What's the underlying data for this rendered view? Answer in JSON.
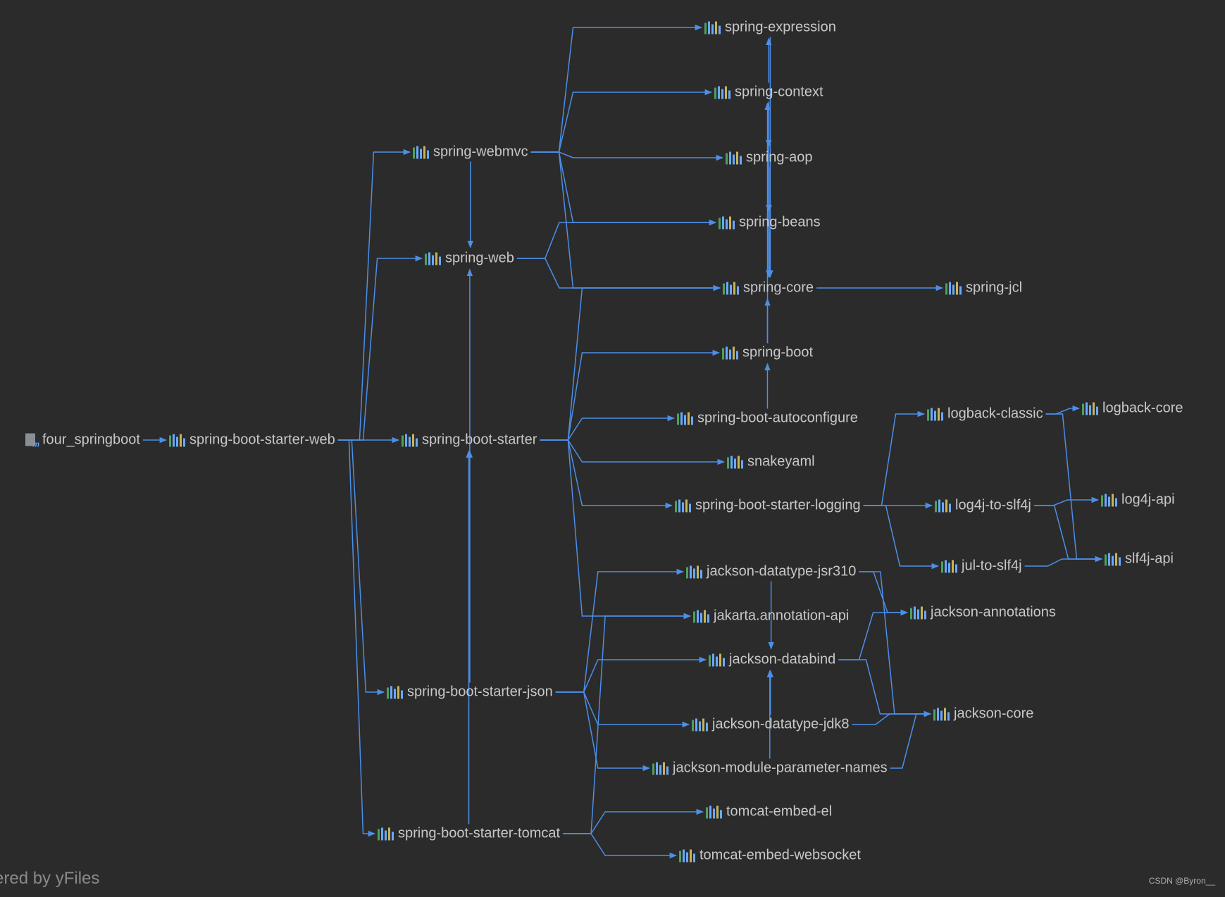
{
  "diagram": {
    "root": "four_springboot",
    "nodes": [
      {
        "id": "four_springboot",
        "label": "four_springboot",
        "kind": "module"
      },
      {
        "id": "starter-web",
        "label": "spring-boot-starter-web",
        "kind": "library"
      },
      {
        "id": "webmvc",
        "label": "spring-webmvc",
        "kind": "library"
      },
      {
        "id": "web",
        "label": "spring-web",
        "kind": "library"
      },
      {
        "id": "starter",
        "label": "spring-boot-starter",
        "kind": "library"
      },
      {
        "id": "starter-json",
        "label": "spring-boot-starter-json",
        "kind": "library"
      },
      {
        "id": "starter-tomcat",
        "label": "spring-boot-starter-tomcat",
        "kind": "library"
      },
      {
        "id": "expression",
        "label": "spring-expression",
        "kind": "library"
      },
      {
        "id": "context",
        "label": "spring-context",
        "kind": "library"
      },
      {
        "id": "aop",
        "label": "spring-aop",
        "kind": "library"
      },
      {
        "id": "beans",
        "label": "spring-beans",
        "kind": "library"
      },
      {
        "id": "core",
        "label": "spring-core",
        "kind": "library"
      },
      {
        "id": "jcl",
        "label": "spring-jcl",
        "kind": "library"
      },
      {
        "id": "boot",
        "label": "spring-boot",
        "kind": "library"
      },
      {
        "id": "autoconfigure",
        "label": "spring-boot-autoconfigure",
        "kind": "library"
      },
      {
        "id": "snakeyaml",
        "label": "snakeyaml",
        "kind": "library"
      },
      {
        "id": "starter-logging",
        "label": "spring-boot-starter-logging",
        "kind": "library"
      },
      {
        "id": "logback-classic",
        "label": "logback-classic",
        "kind": "library"
      },
      {
        "id": "logback-core",
        "label": "logback-core",
        "kind": "library"
      },
      {
        "id": "log4j-to-slf4j",
        "label": "log4j-to-slf4j",
        "kind": "library"
      },
      {
        "id": "log4j-api",
        "label": "log4j-api",
        "kind": "library"
      },
      {
        "id": "jul-to-slf4j",
        "label": "jul-to-slf4j",
        "kind": "library"
      },
      {
        "id": "slf4j-api",
        "label": "slf4j-api",
        "kind": "library"
      },
      {
        "id": "jsr310",
        "label": "jackson-datatype-jsr310",
        "kind": "library"
      },
      {
        "id": "jakarta-annotation",
        "label": "jakarta.annotation-api",
        "kind": "library"
      },
      {
        "id": "jackson-annotations",
        "label": "jackson-annotations",
        "kind": "library"
      },
      {
        "id": "databind",
        "label": "jackson-databind",
        "kind": "library"
      },
      {
        "id": "jackson-core",
        "label": "jackson-core",
        "kind": "library"
      },
      {
        "id": "jdk8",
        "label": "jackson-datatype-jdk8",
        "kind": "library"
      },
      {
        "id": "param-names",
        "label": "jackson-module-parameter-names",
        "kind": "library"
      },
      {
        "id": "tomcat-el",
        "label": "tomcat-embed-el",
        "kind": "library"
      },
      {
        "id": "tomcat-websocket",
        "label": "tomcat-embed-websocket",
        "kind": "library"
      }
    ],
    "edges": [
      [
        "four_springboot",
        "starter-web"
      ],
      [
        "starter-web",
        "webmvc"
      ],
      [
        "starter-web",
        "web"
      ],
      [
        "starter-web",
        "starter"
      ],
      [
        "starter-web",
        "starter-json"
      ],
      [
        "starter-web",
        "starter-tomcat"
      ],
      [
        "webmvc",
        "expression"
      ],
      [
        "webmvc",
        "context"
      ],
      [
        "webmvc",
        "aop"
      ],
      [
        "webmvc",
        "beans"
      ],
      [
        "webmvc",
        "core"
      ],
      [
        "webmvc",
        "web"
      ],
      [
        "web",
        "beans"
      ],
      [
        "web",
        "core"
      ],
      [
        "context",
        "expression"
      ],
      [
        "context",
        "aop"
      ],
      [
        "context",
        "beans"
      ],
      [
        "context",
        "core"
      ],
      [
        "aop",
        "beans"
      ],
      [
        "aop",
        "core"
      ],
      [
        "beans",
        "core"
      ],
      [
        "expression",
        "core"
      ],
      [
        "core",
        "jcl"
      ],
      [
        "boot",
        "context"
      ],
      [
        "boot",
        "core"
      ],
      [
        "starter",
        "boot"
      ],
      [
        "starter",
        "autoconfigure"
      ],
      [
        "starter",
        "core"
      ],
      [
        "starter",
        "snakeyaml"
      ],
      [
        "starter",
        "starter-logging"
      ],
      [
        "starter",
        "jakarta-annotation"
      ],
      [
        "autoconfigure",
        "boot"
      ],
      [
        "starter-logging",
        "logback-classic"
      ],
      [
        "starter-logging",
        "log4j-to-slf4j"
      ],
      [
        "starter-logging",
        "jul-to-slf4j"
      ],
      [
        "logback-classic",
        "logback-core"
      ],
      [
        "logback-classic",
        "slf4j-api"
      ],
      [
        "log4j-to-slf4j",
        "log4j-api"
      ],
      [
        "log4j-to-slf4j",
        "slf4j-api"
      ],
      [
        "jul-to-slf4j",
        "slf4j-api"
      ],
      [
        "starter-json",
        "starter"
      ],
      [
        "starter-json",
        "jsr310"
      ],
      [
        "starter-json",
        "databind"
      ],
      [
        "starter-json",
        "jdk8"
      ],
      [
        "starter-json",
        "param-names"
      ],
      [
        "starter-json",
        "web"
      ],
      [
        "jsr310",
        "jackson-annotations"
      ],
      [
        "jsr310",
        "jackson-core"
      ],
      [
        "jsr310",
        "databind"
      ],
      [
        "databind",
        "jackson-annotations"
      ],
      [
        "databind",
        "jackson-core"
      ],
      [
        "jdk8",
        "databind"
      ],
      [
        "jdk8",
        "jackson-core"
      ],
      [
        "param-names",
        "databind"
      ],
      [
        "param-names",
        "jackson-core"
      ],
      [
        "starter-tomcat",
        "tomcat-el"
      ],
      [
        "starter-tomcat",
        "tomcat-websocket"
      ],
      [
        "starter-tomcat",
        "jakarta-annotation"
      ],
      [
        "starter-tomcat",
        "starter"
      ]
    ]
  },
  "footer": {
    "brand": "ered by yFiles",
    "credit": "CSDN @Byron__"
  },
  "colors": {
    "background": "#2b2b2b",
    "edge": "#4c8fe8",
    "label": "#c8c8c8"
  }
}
